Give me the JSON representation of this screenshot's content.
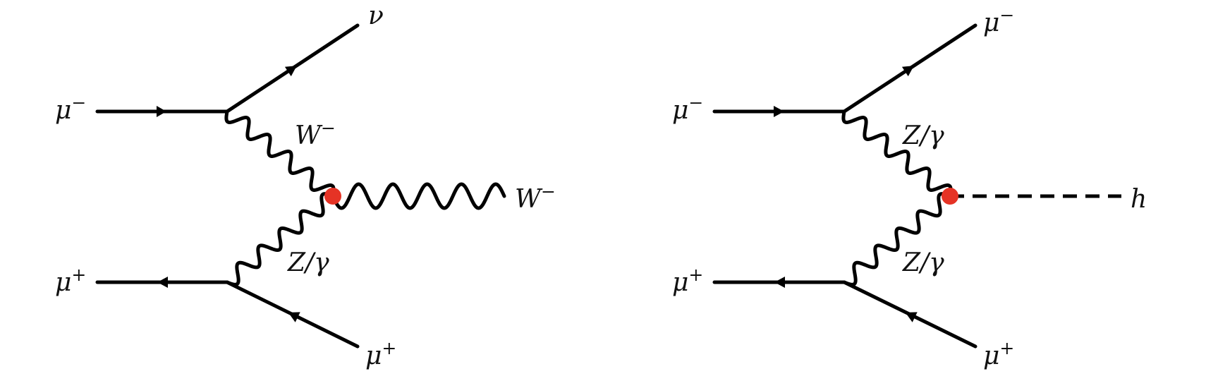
{
  "colors": {
    "line": "#000000",
    "vertex": "#e53325",
    "text": "#111111"
  },
  "diagrams": [
    {
      "labels": {
        "in_top": "μ",
        "in_top_sup": "−",
        "in_bottom": "μ",
        "in_bottom_sup": "+",
        "out_top": "ν",
        "out_bottom": "μ",
        "out_bottom_sup": "+",
        "boson_top": "W",
        "boson_top_sup": "−",
        "boson_bottom": "Z/γ",
        "final": "W",
        "final_sup": "−"
      },
      "final_line_style": "wavy"
    },
    {
      "labels": {
        "in_top": "μ",
        "in_top_sup": "−",
        "in_bottom": "μ",
        "in_bottom_sup": "+",
        "out_top": "μ",
        "out_top_sup": "−",
        "out_bottom": "μ",
        "out_bottom_sup": "+",
        "boson_top": "Z/γ",
        "boson_bottom": "Z/γ",
        "final": "h"
      },
      "final_line_style": "dashed"
    }
  ]
}
